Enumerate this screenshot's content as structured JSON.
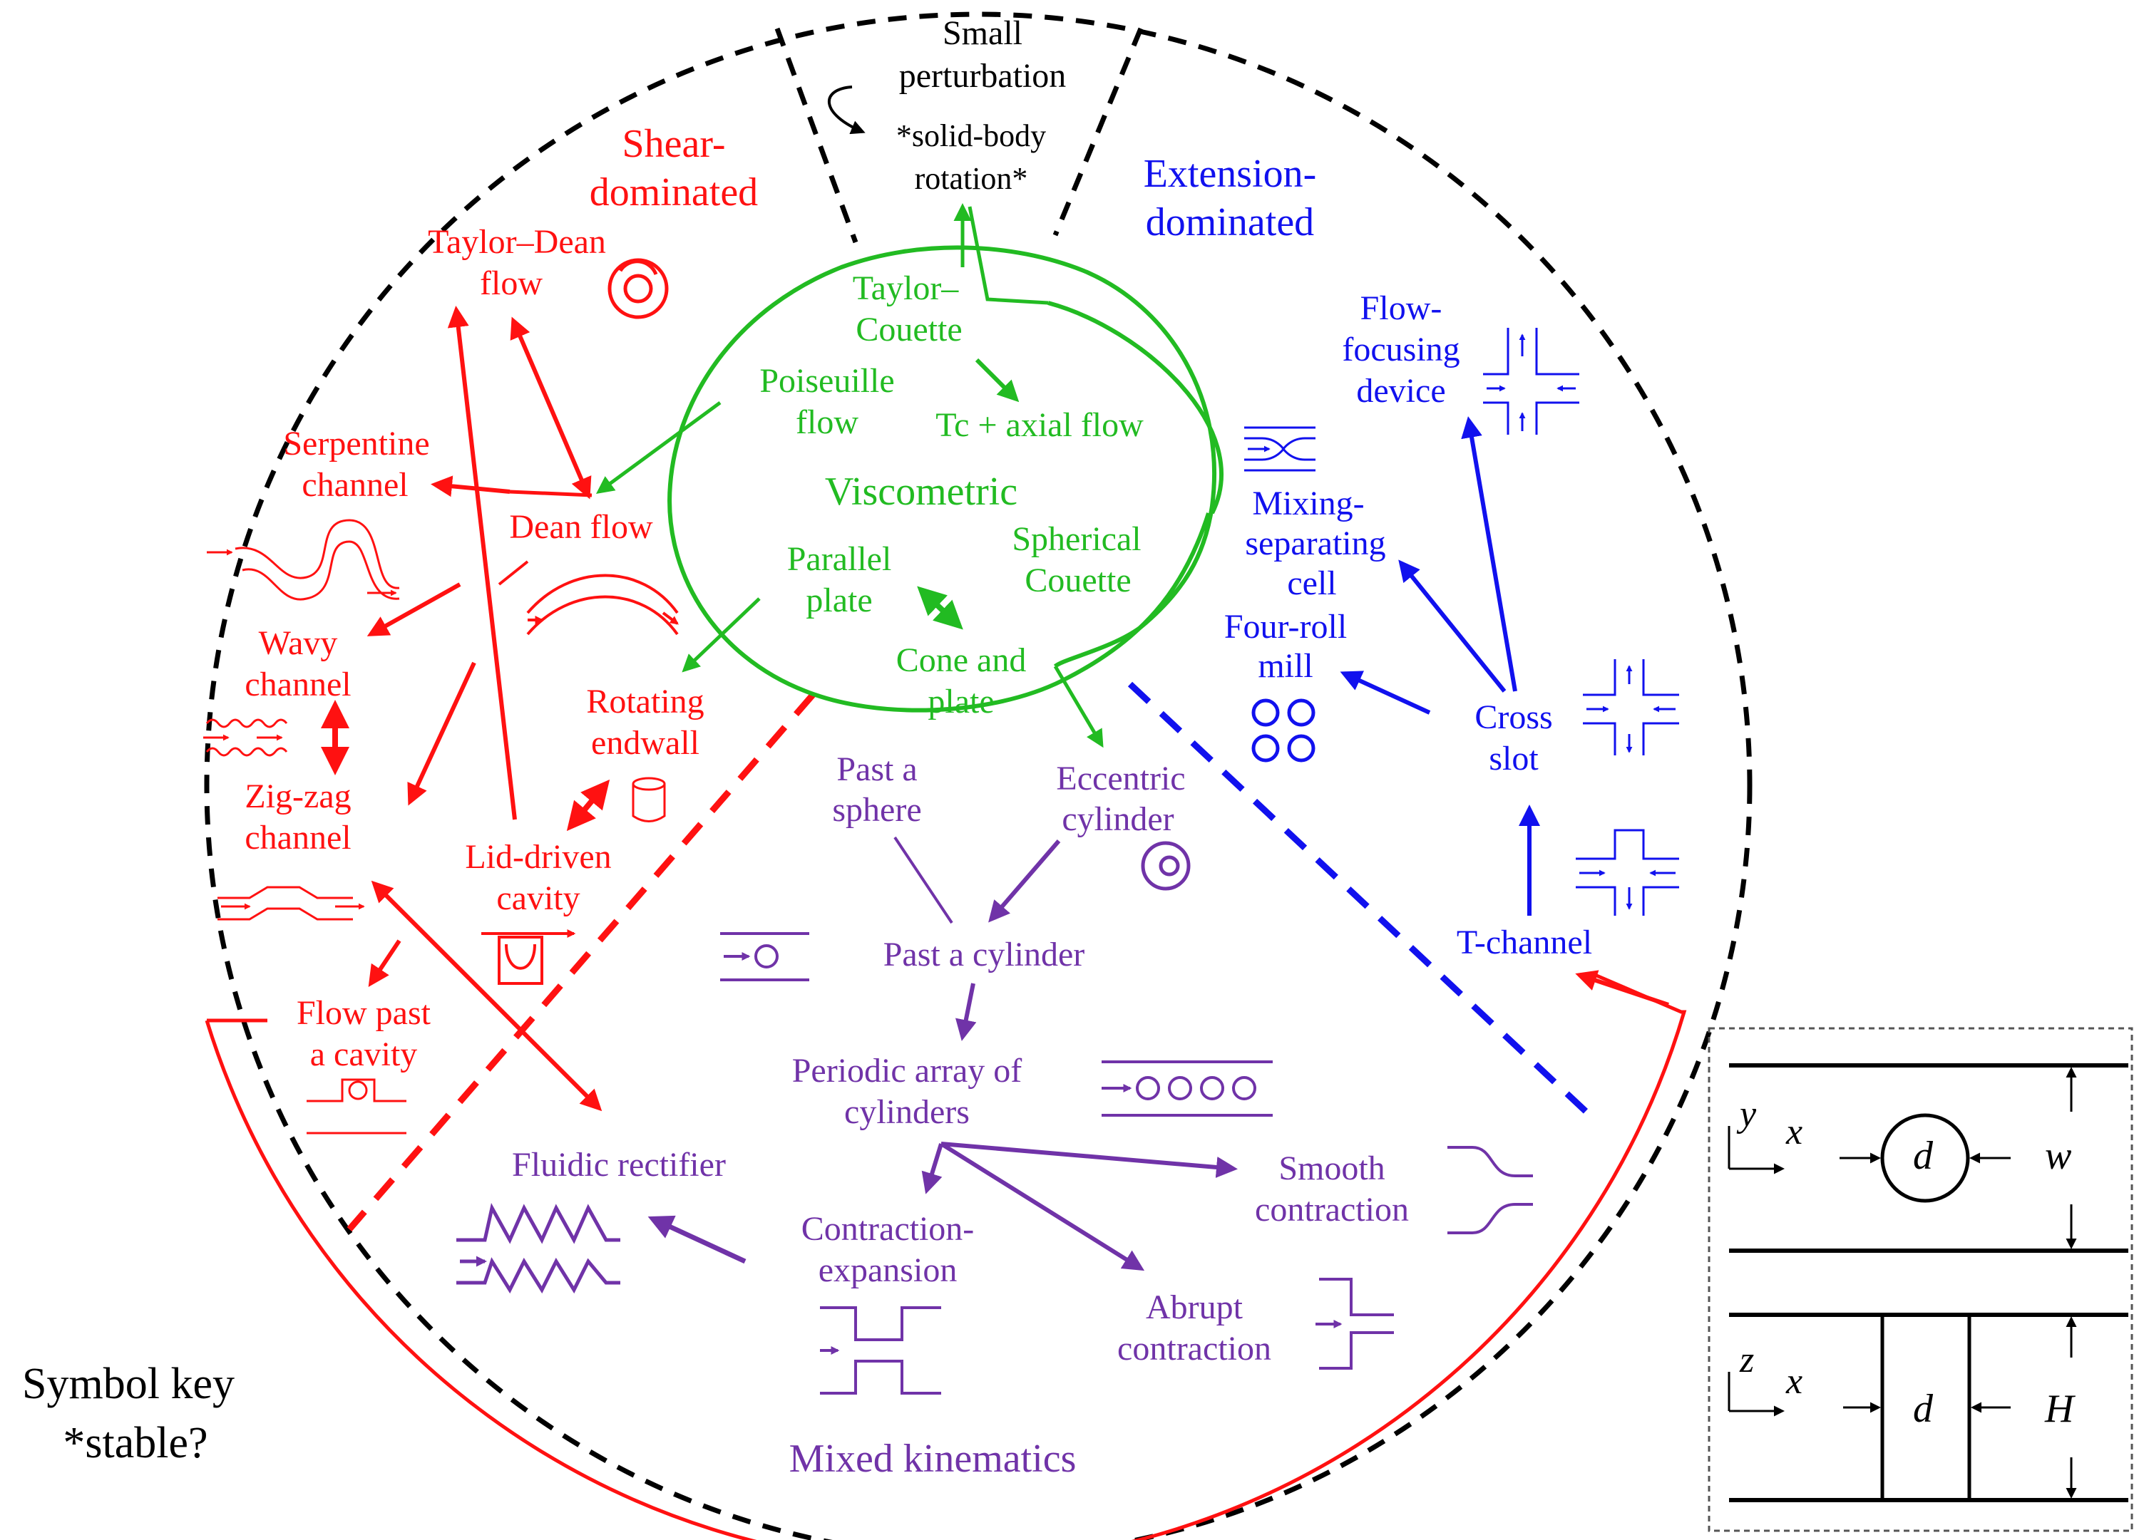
{
  "categories": {
    "small_perturbation": {
      "lines": [
        "Small",
        "perturbation"
      ],
      "color": "#000000"
    },
    "solid_body": {
      "lines": [
        "*solid-body",
        "rotation*"
      ],
      "color": "#000000"
    },
    "shear": {
      "lines": [
        "Shear-",
        "dominated"
      ],
      "color": "#ff1111"
    },
    "extension": {
      "lines": [
        "Extension-",
        "dominated"
      ],
      "color": "#1111ee"
    },
    "viscometric": {
      "label": "Viscometric",
      "color": "#22bb22"
    },
    "mixed": {
      "label": "Mixed kinematics",
      "color": "#7033a8"
    }
  },
  "viscometric_flows": {
    "taylor_couette": [
      "Taylor–",
      "Couette"
    ],
    "poiseuille": [
      "Poiseuille",
      "flow"
    ],
    "tc_axial": "Tc + axial flow",
    "parallel_plate": [
      "Parallel",
      "plate"
    ],
    "spherical_couette": [
      "Spherical",
      "Couette"
    ],
    "cone_plate": [
      "Cone and",
      "plate"
    ]
  },
  "shear_flows": {
    "taylor_dean": [
      "Taylor–Dean",
      "flow"
    ],
    "serpentine": [
      "Serpentine",
      "channel"
    ],
    "dean": "Dean flow",
    "wavy": [
      "Wavy",
      "channel"
    ],
    "zigzag": [
      "Zig-zag",
      "channel"
    ],
    "rotating_endwall": [
      "Rotating",
      "endwall"
    ],
    "lid_driven": [
      "Lid-driven",
      "cavity"
    ],
    "cavity": [
      "Flow past",
      "a cavity"
    ]
  },
  "extension_flows": {
    "flow_focusing": [
      "Flow-",
      "focusing",
      "device"
    ],
    "mixing_separating": [
      "Mixing-",
      "separating",
      "cell"
    ],
    "four_roll": [
      "Four-roll",
      "mill"
    ],
    "cross_slot": [
      "Cross",
      "slot"
    ],
    "t_channel": "T-channel"
  },
  "mixed_flows": {
    "sphere": [
      "Past a",
      "sphere"
    ],
    "eccentric": [
      "Eccentric",
      "cylinder"
    ],
    "cylinder": "Past a cylinder",
    "periodic": [
      "Periodic array of",
      "cylinders"
    ],
    "rectifier": "Fluidic rectifier",
    "smooth": [
      "Smooth",
      "contraction"
    ],
    "contraction_expansion": [
      "Contraction-",
      "expansion"
    ],
    "abrupt": [
      "Abrupt",
      "contraction"
    ]
  },
  "symbol_key": [
    "Symbol key",
    "*stable?"
  ],
  "inset": {
    "top_axes": [
      "y",
      "x"
    ],
    "top_d": "d",
    "top_w": "w",
    "bottom_axes": [
      "z",
      "x"
    ],
    "bottom_d": "d",
    "bottom_H": "H"
  },
  "colors": {
    "shear": "#ff1111",
    "viscometric": "#22bb22",
    "extension": "#1111ee",
    "mixed": "#7033a8",
    "frame": "#000000"
  }
}
